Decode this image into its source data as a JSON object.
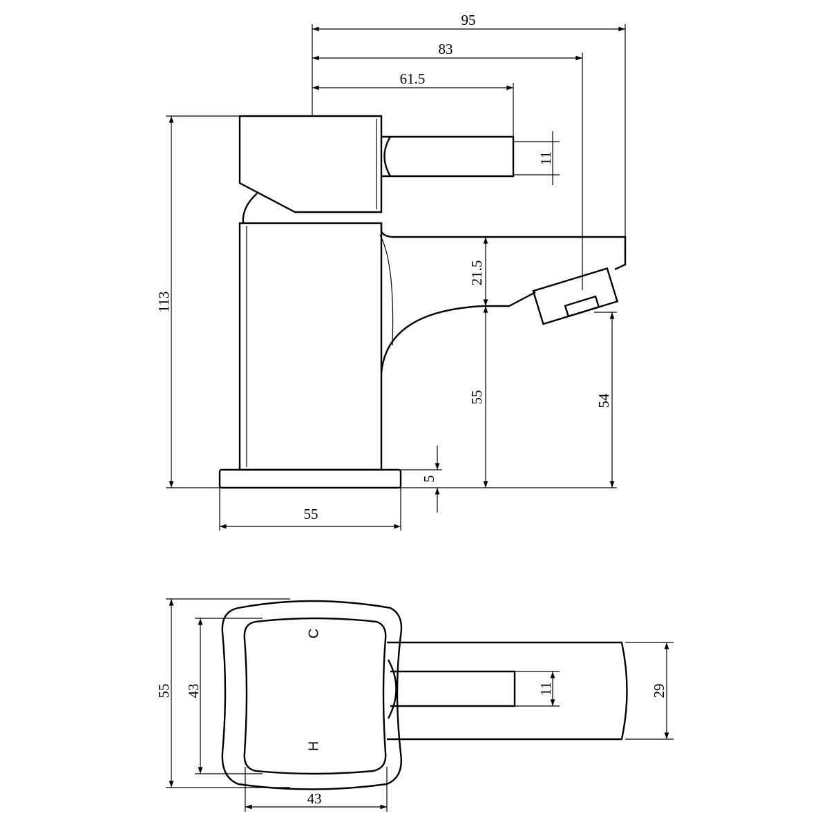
{
  "title": "Basin mixer tap technical drawing",
  "side_view": {
    "dims": {
      "overall_depth": "95",
      "spout_to_aerator": "83",
      "lever_reach": "61.5",
      "lever_height": "11",
      "overall_height": "113",
      "spout_thickness": "21.5",
      "spout_clearance": "55",
      "outlet_height": "54",
      "base_thickness": "5",
      "base_width": "55"
    }
  },
  "plan_view": {
    "dims": {
      "body_width": "55",
      "handle_width": "43",
      "lever_width": "11",
      "spout_width": "29",
      "handle_depth": "43"
    },
    "markings": {
      "cold": "C",
      "hot": "H"
    }
  },
  "colors": {
    "line": "#000000",
    "background": "#ffffff"
  }
}
